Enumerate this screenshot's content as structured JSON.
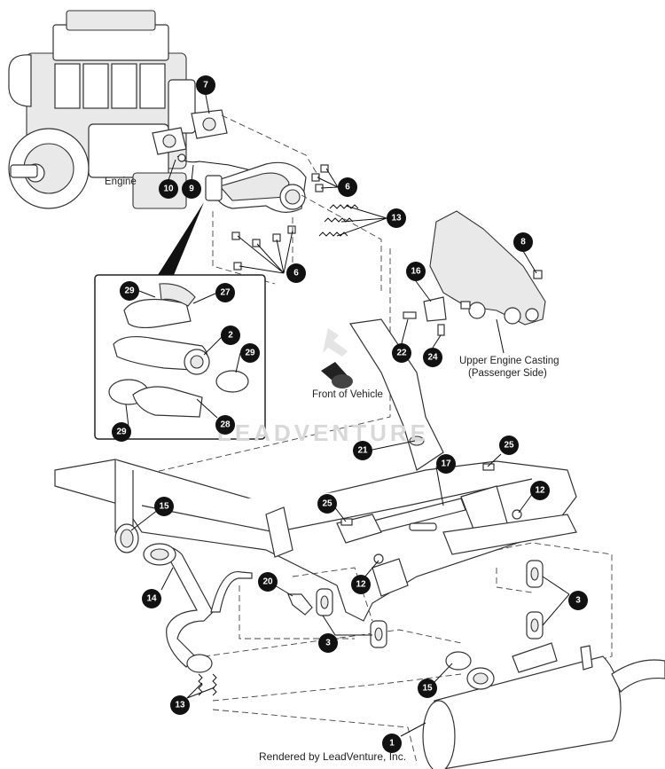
{
  "labels": {
    "engine": "Engine",
    "front_of_vehicle": "Front of Vehicle",
    "casting_line1": "Upper Engine Casting",
    "casting_line2": "(Passenger Side)"
  },
  "watermark": "LEADVENTURE",
  "footer": "Rendered by LeadVenture, Inc.",
  "callouts": [
    "7",
    "10",
    "9",
    "6",
    "13",
    "6",
    "8",
    "16",
    "22",
    "24",
    "29",
    "27",
    "2",
    "29",
    "28",
    "29",
    "21",
    "25",
    "17",
    "15",
    "12",
    "25",
    "14",
    "20",
    "12",
    "3",
    "3",
    "15",
    "13",
    "1"
  ]
}
